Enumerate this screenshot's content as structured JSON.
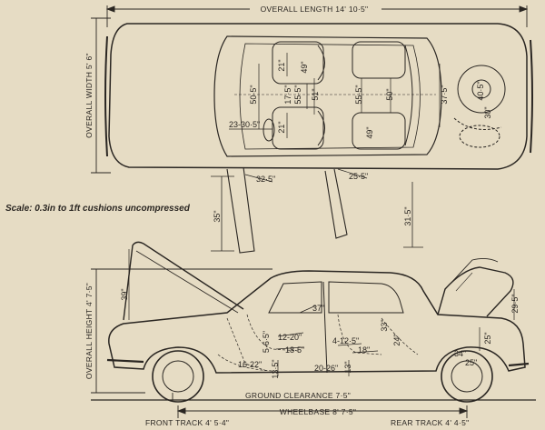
{
  "scale_note": "Scale: 0.3in to 1ft cushions uncompressed",
  "plan_view": {
    "overall_length": "OVERALL LENGTH 14' 10·5\"",
    "overall_width": "OVERALL WIDTH 5' 6\"",
    "dims": {
      "d_505": "50·5\"",
      "d_23_305": "23-30·5\"",
      "d_21a": "21\"",
      "d_21b": "21\"",
      "d_49a": "49\"",
      "d_49b": "49\"",
      "d_175": "17·5\"",
      "d_555": "55·5\"",
      "d_51": "51\"",
      "d_555b": "55·5\"",
      "d_50": "50\"",
      "d_375": "37·5\"",
      "d_405": "40·5\"",
      "d_30": "30\"",
      "d_325": "32·5\"",
      "d_255": "25·5\"",
      "d_35": "35\"",
      "d_315": "31·5\""
    }
  },
  "side_view": {
    "overall_height": "OVERALL HEIGHT 4' 7·5\"",
    "ground_clearance": "GROUND CLEARANCE  7·5\"",
    "wheelbase": "WHEELBASE 8' 7·5\"",
    "front_track": "FRONT TRACK 4' 5·4\"",
    "rear_track": "REAR TRACK  4' 4·5\"",
    "dims": {
      "d_39": "39\"",
      "d_37": "37\"",
      "d_33": "33\"",
      "d_295": "29·5\"",
      "d_25": "25\"",
      "d_34": "34\"",
      "d_25b": "25\"",
      "d_24": "24\"",
      "d_12_20": "12-20\"",
      "d_185": "18·5\"",
      "d_4_125": "4-12·5\"",
      "d_18": "18\"",
      "d_56_55": "5·6·5\"",
      "d_16_22": "16-22\"",
      "d_135": "13·5\"",
      "d_20_26": "20-26\"",
      "d_13": "13\""
    }
  }
}
